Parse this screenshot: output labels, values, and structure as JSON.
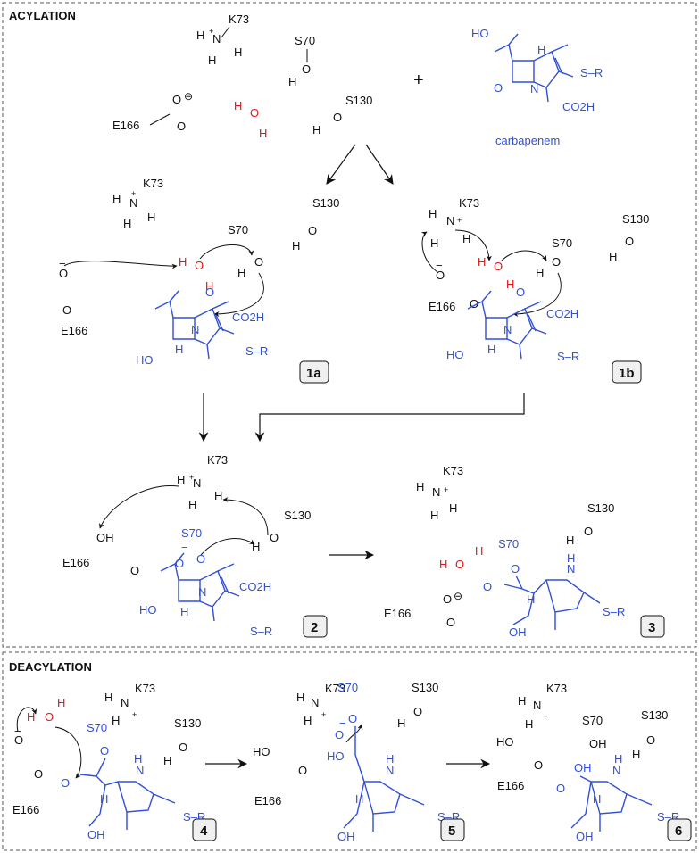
{
  "panels": {
    "acylation": {
      "label": "ACYLATION"
    },
    "deacylation": {
      "label": "DEACYLATION"
    }
  },
  "compound_labels": {
    "c1a": "1a",
    "c1b": "1b",
    "c2": "2",
    "c3": "3",
    "c4": "4",
    "c5": "5",
    "c6": "6"
  },
  "residues": {
    "k73": "K73",
    "s70": "S70",
    "s130": "S130",
    "e166": "E166"
  },
  "atoms": {
    "h": "H",
    "o": "O",
    "n": "N",
    "s": "S",
    "r": "R",
    "oh": "OH",
    "ho": "HO",
    "plus": "+",
    "minus": "−",
    "ominus": "⊖"
  },
  "groups": {
    "co2h": "CO2H",
    "sr": "S–R"
  },
  "misc": {
    "carbapenem": "carbapenem",
    "plus_sign": "+"
  },
  "colors": {
    "substrate": "#3050d8",
    "water": "#e01818",
    "ink": "#111111",
    "border": "#555555",
    "label_bg": "#f0f0f0"
  }
}
